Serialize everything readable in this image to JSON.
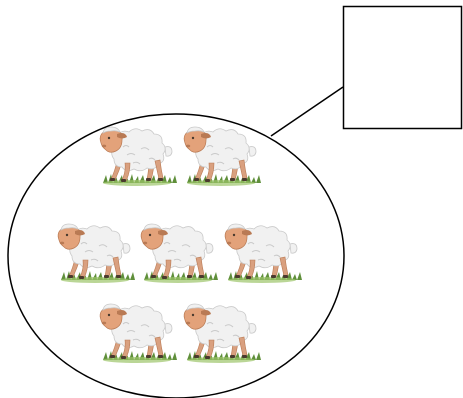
{
  "diagram": {
    "answer_box": {
      "text": ""
    },
    "group": {
      "item_icon": "sheep-icon",
      "count": 7,
      "rows": [
        2,
        3,
        2
      ]
    },
    "colors": {
      "outline": "#000000",
      "background": "#ffffff",
      "wool": "#f1f1f1",
      "wool_shade": "#c9c9c9",
      "face": "#e3a27a",
      "face_shade": "#b97a54",
      "legs": "#d9a07f",
      "hooves": "#4a3a2e",
      "grass": "#5f8f3a",
      "grass_light": "#9cc46a"
    }
  }
}
